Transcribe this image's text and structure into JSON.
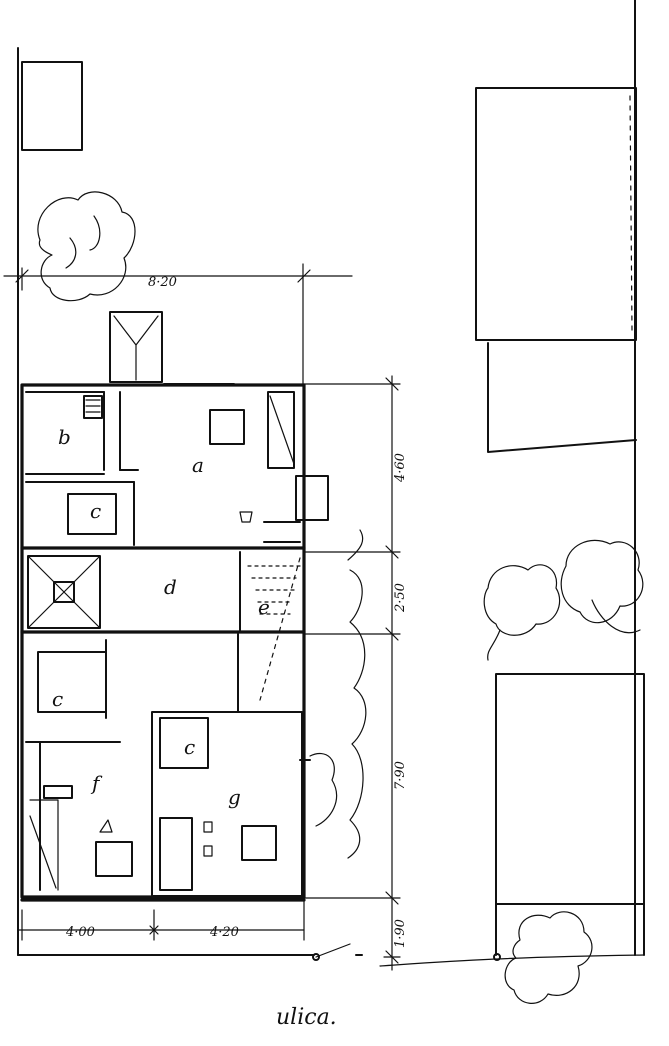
{
  "rooms": {
    "a": "a",
    "b": "b",
    "c1": "c",
    "d": "d",
    "e": "e",
    "c2": "c",
    "c3": "c",
    "f": "f",
    "g": "g"
  },
  "dimensions": {
    "top_width": "8·20",
    "depth_a": "4·60",
    "depth_d": "2·50",
    "depth_f": "7·90",
    "depth_front": "1·90",
    "width_left": "4·00",
    "width_right": "4·20"
  },
  "street": "ulica.",
  "colors": {
    "ink": "#111111",
    "paper": "#ffffff"
  }
}
